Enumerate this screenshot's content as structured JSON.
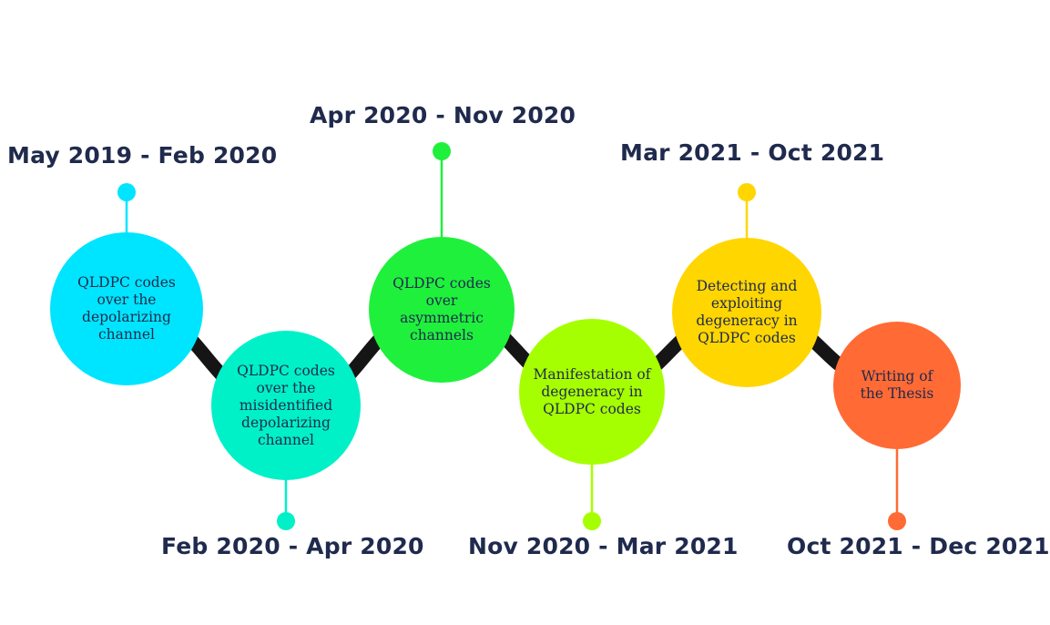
{
  "milestones": [
    {
      "date": "May 2019 - Feb 2020",
      "text": "QLDPC codes over the depolarizing channel",
      "color": "#00E5FF"
    },
    {
      "date": "Feb 2020 - Apr 2020",
      "text": "QLDPC codes over the misidentified depolarizing channel",
      "color": "#00F0C8"
    },
    {
      "date": "Apr 2020 - Nov 2020",
      "text": "QLDPC codes over asymmetric channels",
      "color": "#1FF03C"
    },
    {
      "date": "Nov 2020 - Mar 2021",
      "text": "Manifestation of degeneracy in QLDPC codes",
      "color": "#A6FF00"
    },
    {
      "date": "Mar 2021 - Oct 2021",
      "text": "Detecting and exploiting degeneracy in QLDPC codes",
      "color": "#FFD600"
    },
    {
      "date": "Oct 2021 - Dec 2021",
      "text": "Writing of the Thesis",
      "color": "#FF6A35"
    }
  ],
  "connector_color": "#151515"
}
